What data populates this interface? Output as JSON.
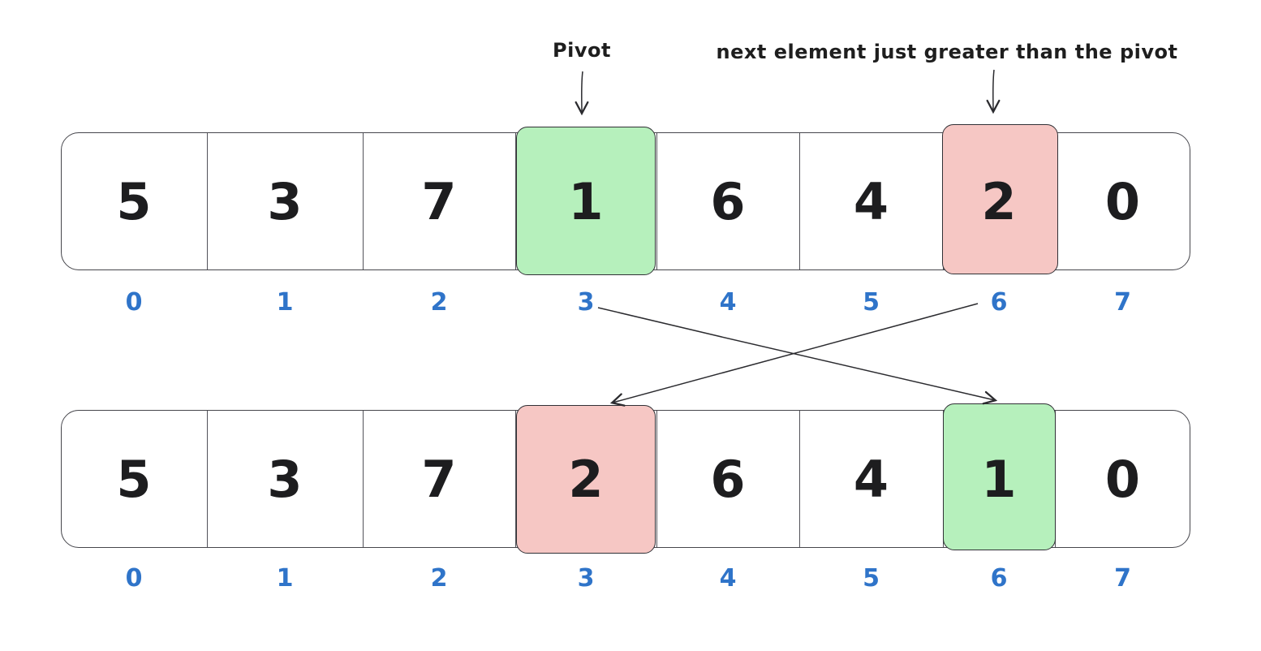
{
  "labels": {
    "pivot": "Pivot",
    "next_greater": "next element just greater than the pivot"
  },
  "before": {
    "values": [
      "5",
      "3",
      "7",
      "1",
      "6",
      "4",
      "2",
      "0"
    ],
    "indices": [
      "0",
      "1",
      "2",
      "3",
      "4",
      "5",
      "6",
      "7"
    ],
    "pivot_index": "3",
    "next_greater_index": "6"
  },
  "after": {
    "values": [
      "5",
      "3",
      "7",
      "2",
      "6",
      "4",
      "1",
      "0"
    ],
    "indices": [
      "0",
      "1",
      "2",
      "3",
      "4",
      "5",
      "6",
      "7"
    ],
    "swapped_into_pivot_index": "3",
    "pivot_moved_to_index": "6"
  },
  "colors": {
    "pivot_highlight": "#b6f0bc",
    "next_greater_highlight": "#f6c7c4",
    "index_label": "#2f74c9",
    "ink": "#1e1e1e"
  }
}
